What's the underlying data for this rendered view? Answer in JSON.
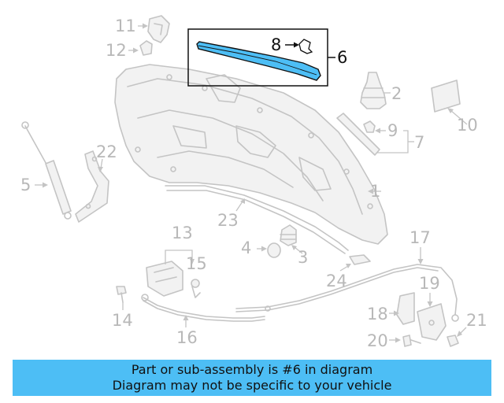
{
  "diagram": {
    "highlight_color": "#4dbef5",
    "part_color": "#c4c4c4",
    "callouts": [
      {
        "id": "c1",
        "label": "1"
      },
      {
        "id": "c2",
        "label": "2"
      },
      {
        "id": "c3",
        "label": "3"
      },
      {
        "id": "c4",
        "label": "4"
      },
      {
        "id": "c5",
        "label": "5"
      },
      {
        "id": "c6",
        "label": "6"
      },
      {
        "id": "c7",
        "label": "7"
      },
      {
        "id": "c8",
        "label": "8"
      },
      {
        "id": "c9",
        "label": "9"
      },
      {
        "id": "c10",
        "label": "10"
      },
      {
        "id": "c11",
        "label": "11"
      },
      {
        "id": "c12",
        "label": "12"
      },
      {
        "id": "c13",
        "label": "13"
      },
      {
        "id": "c14",
        "label": "14"
      },
      {
        "id": "c15",
        "label": "15"
      },
      {
        "id": "c16",
        "label": "16"
      },
      {
        "id": "c17",
        "label": "17"
      },
      {
        "id": "c18",
        "label": "18"
      },
      {
        "id": "c19",
        "label": "19"
      },
      {
        "id": "c20",
        "label": "20"
      },
      {
        "id": "c21",
        "label": "21"
      },
      {
        "id": "c22",
        "label": "22"
      },
      {
        "id": "c23",
        "label": "23"
      },
      {
        "id": "c24",
        "label": "24"
      }
    ]
  },
  "banner": {
    "line1": "Part or sub-assembly is #6 in diagram",
    "line2": "Diagram may not be specific to your vehicle"
  }
}
